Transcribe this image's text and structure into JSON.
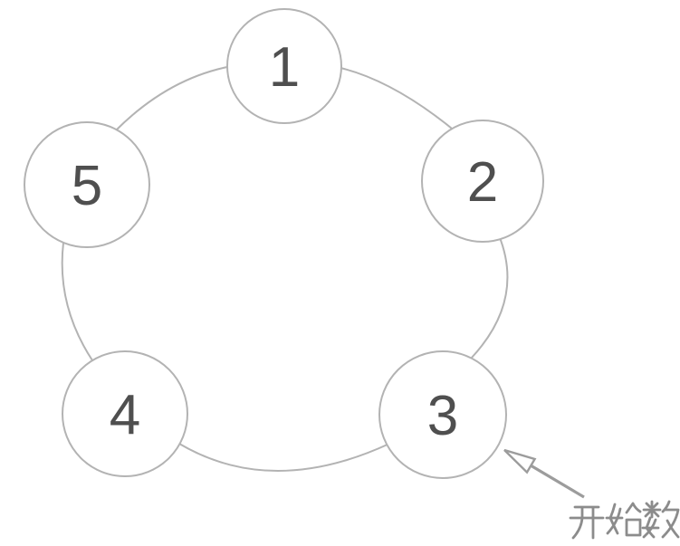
{
  "diagram": {
    "nodes": [
      {
        "label": "1"
      },
      {
        "label": "2"
      },
      {
        "label": "3"
      },
      {
        "label": "4"
      },
      {
        "label": "5"
      }
    ],
    "annotation": {
      "label": "开始数"
    }
  },
  "colors": {
    "background": "#ffffff",
    "ring_stroke": "#b3b3b3",
    "node_stroke": "#b3b3b3",
    "node_fill": "#ffffff",
    "number_color": "#4f4f4f",
    "arrow_color": "#9c9c9c",
    "label_color": "#8c8c8c"
  }
}
